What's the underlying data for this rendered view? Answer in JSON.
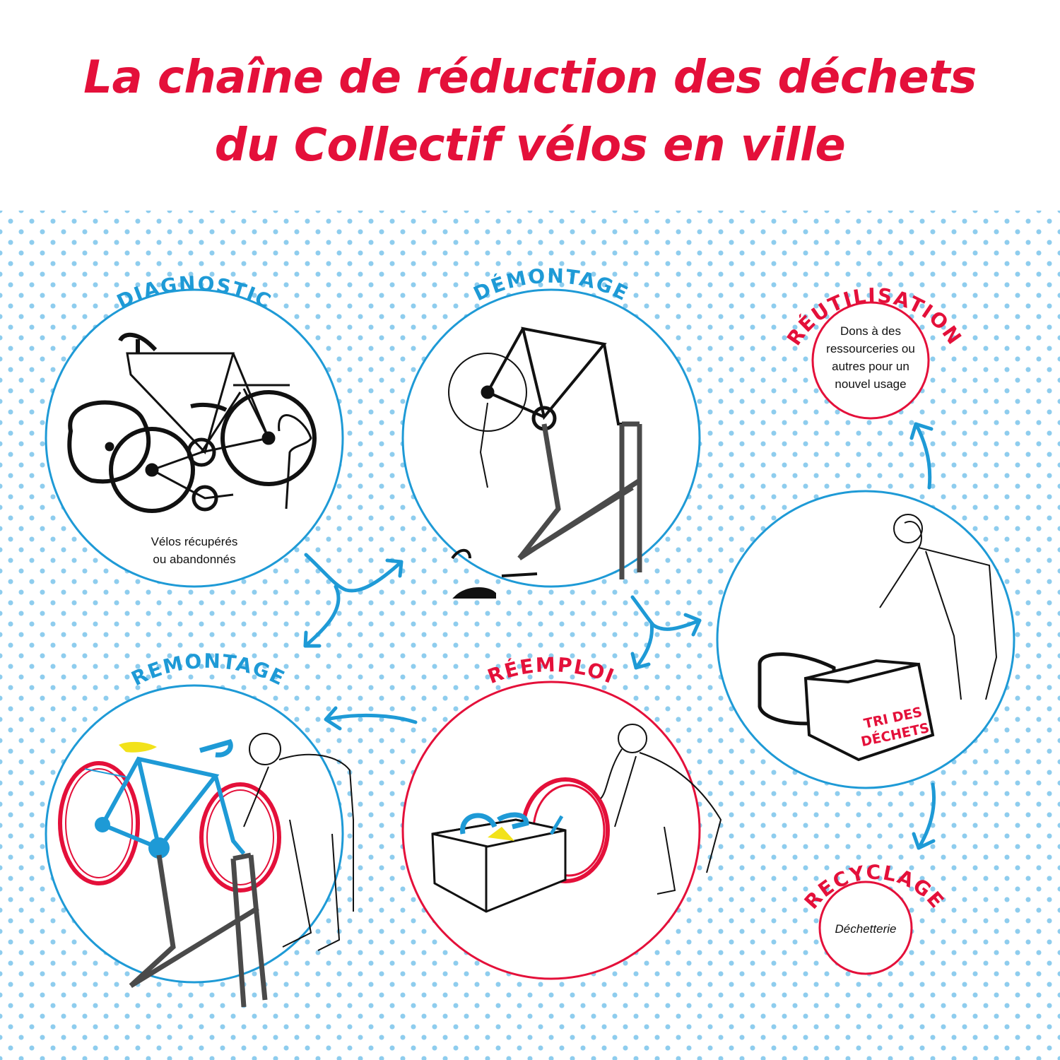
{
  "title": {
    "line1": "La chaîne de réduction des déchets",
    "line2": "du Collectif vélos en ville"
  },
  "colors": {
    "red": "#E4103A",
    "blue": "#1E9AD6",
    "dots": "#8ECDEE",
    "yellow": "#F2E21A",
    "stand": "#4A4A4A"
  },
  "steps": [
    {
      "id": "diagnostic",
      "label": "DIAGNOSTIC",
      "color": "blue",
      "caption": "Vélos récupérés ou abandonnés",
      "caption_line1": "Vélos récupérés",
      "caption_line2": "ou abandonnés",
      "illustration": "stack-of-old-bikes"
    },
    {
      "id": "demontage",
      "label": "DÉMONTAGE",
      "color": "blue",
      "illustration": "bike-frame-on-repair-stand-with-removed-parts"
    },
    {
      "id": "tri",
      "label": "",
      "color": "blue",
      "box_label_line1": "TRI DES",
      "box_label_line2": "DÉCHETS",
      "illustration": "person-sorting-parts-into-box"
    },
    {
      "id": "reutilisation",
      "label": "RÉUTILISATION",
      "color": "red",
      "caption_line1": "Dons à des",
      "caption_line2": "ressourceries ou",
      "caption_line3": "autres pour un",
      "caption_line4": "nouvel usage"
    },
    {
      "id": "recyclage",
      "label": "RECYCLAGE",
      "color": "red",
      "caption": "Déchetterie"
    },
    {
      "id": "reemploi",
      "label": "RÉEMPLOI",
      "color": "red",
      "illustration": "person-placing-wheels-into-parts-box"
    },
    {
      "id": "remontage",
      "label": "REMONTAGE",
      "color": "blue",
      "illustration": "person-reassembling-bike-on-stand"
    }
  ],
  "arrows": [
    {
      "from": "diagnostic",
      "to": "demontage"
    },
    {
      "from": "diagnostic",
      "to": "remontage"
    },
    {
      "from": "demontage",
      "to": "tri"
    },
    {
      "from": "demontage",
      "to": "reemploi"
    },
    {
      "from": "tri",
      "to": "reutilisation"
    },
    {
      "from": "tri",
      "to": "recyclage"
    },
    {
      "from": "reemploi",
      "to": "remontage"
    }
  ]
}
